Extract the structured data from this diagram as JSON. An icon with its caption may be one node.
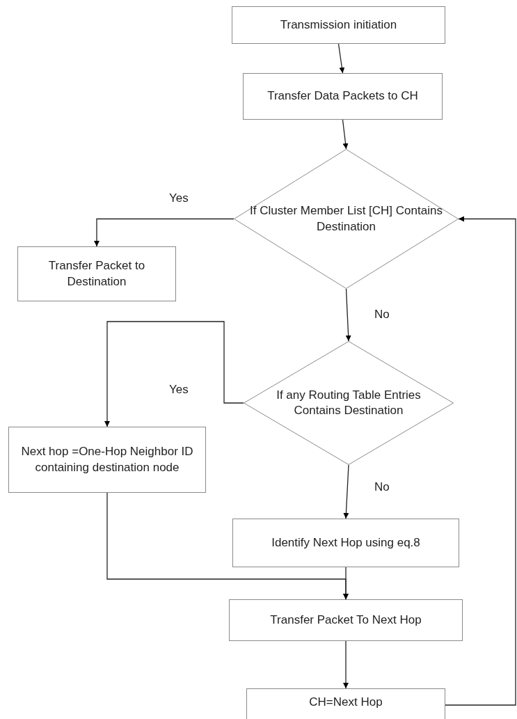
{
  "diagram": {
    "nodes": [
      {
        "text": [
          "Transmission initiation"
        ]
      },
      {
        "text": [
          "Transfer Data Packets to CH"
        ]
      },
      {
        "text": [
          "If Cluster Member List [CH] Contains Destination"
        ]
      },
      {
        "text": [
          "Transfer Packet to Destination"
        ]
      },
      {
        "text": [
          "If any Routing Table Entries Contains Destination"
        ]
      },
      {
        "text": [
          "Next hop =One-Hop Neighbor ID containing destination node"
        ]
      },
      {
        "text": [
          "Identify Next Hop using eq.8"
        ]
      },
      {
        "text": [
          "Transfer Packet To Next Hop"
        ]
      },
      {
        "text": [
          "CH=Next Hop"
        ]
      }
    ],
    "edges": [
      {
        "from": 0,
        "to": 1,
        "arrow": "to"
      },
      {
        "from": 1,
        "to": 2,
        "arrow": "to"
      },
      {
        "from": 2,
        "to": 3,
        "arrow": "to",
        "label": "Yes"
      },
      {
        "from": 2,
        "to": 4,
        "arrow": "to",
        "label": "No"
      },
      {
        "from": 4,
        "to": 5,
        "arrow": "to",
        "label": "Yes"
      },
      {
        "from": 4,
        "to": 6,
        "arrow": "to",
        "label": "No"
      },
      {
        "from": 6,
        "to": 7,
        "arrow": "to"
      },
      {
        "from": 5,
        "to": 7,
        "arrow": "to"
      },
      {
        "from": 7,
        "to": 8,
        "arrow": "to"
      },
      {
        "from": 8,
        "to": 2,
        "arrow": "to"
      }
    ]
  }
}
